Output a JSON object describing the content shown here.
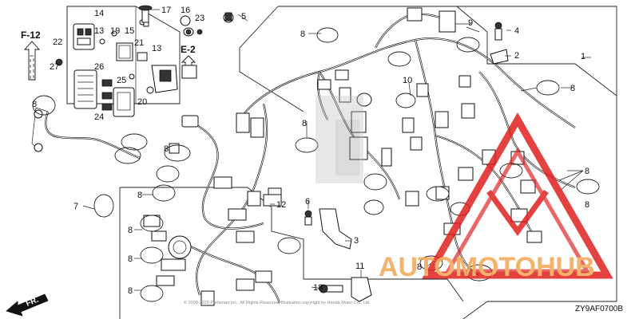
{
  "diagram": {
    "part_numbers": [
      "1",
      "2",
      "3",
      "4",
      "5",
      "6",
      "7",
      "8",
      "9",
      "10",
      "11",
      "12",
      "13",
      "14",
      "15",
      "16",
      "17",
      "18",
      "19",
      "20",
      "21",
      "22",
      "23",
      "24",
      "25",
      "26",
      "27"
    ],
    "sections": {
      "f12": "F-12",
      "e2": "E-2"
    },
    "front_label": "FR.",
    "drawing_code": "ZY9AF0700B",
    "copyright": "© 2009-2020 Partsmart Inc., All Rights Reserved. Illustration copyright by Honda Motor Co., Ltd.",
    "callouts": {
      "c1": "1",
      "c2": "2",
      "c3": "3",
      "c4": "4",
      "c5": "5",
      "c6": "6",
      "c7": "7",
      "c8": "8",
      "c9": "9",
      "c10": "10",
      "c11": "11",
      "c12": "12",
      "c13": "13",
      "c14": "14",
      "c15": "15",
      "c16": "16",
      "c17": "17",
      "c18": "18",
      "c19": "19",
      "c20": "20",
      "c21": "21",
      "c22": "22",
      "c23": "23",
      "c24": "24",
      "c25": "25",
      "c26": "26",
      "c27": "27"
    }
  },
  "watermark": {
    "brand": "AUTOMOTOHUB",
    "brand_color": "#f2a654",
    "triangle_color": "#e02020"
  }
}
